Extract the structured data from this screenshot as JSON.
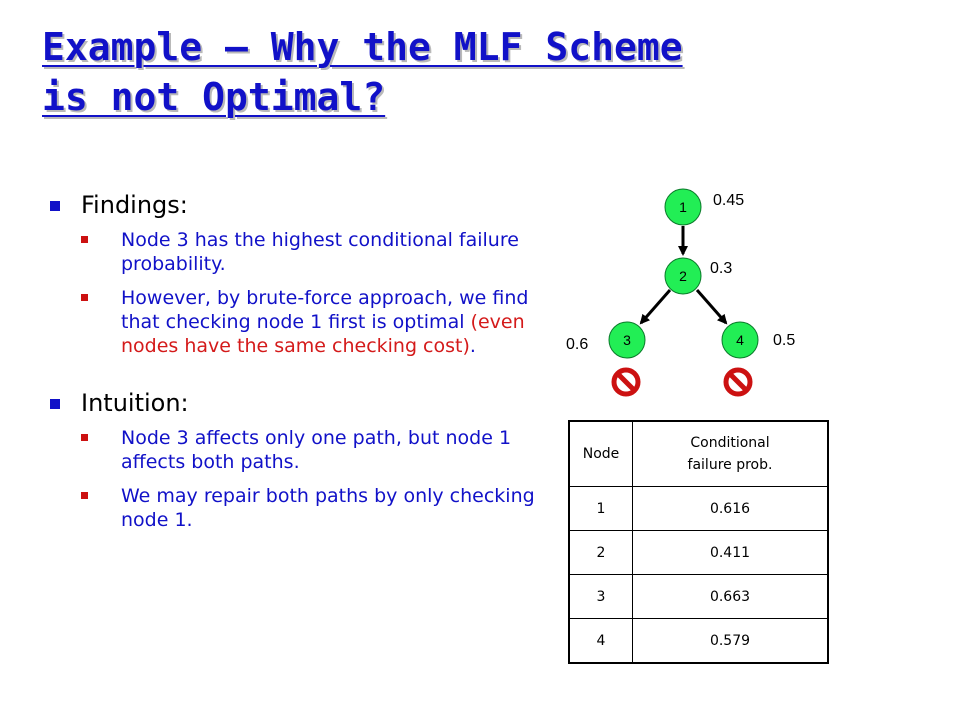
{
  "title": {
    "line1": "Example – Why the MLF Scheme",
    "line2": "is not Optimal?"
  },
  "findings": {
    "heading": "Findings:",
    "b1": "Node 3 has the highest conditional failure probability.",
    "b2_pre": "However, by brute-force approach, we find that checking node 1 first is optimal ",
    "b2_red": "(even nodes have the same checking cost)",
    "b2_post": "."
  },
  "intuition": {
    "heading": "Intuition:",
    "b1": "Node 3 affects only one path, but node 1 affects both paths.",
    "b2": "We may repair both paths by only checking node 1."
  },
  "graph": {
    "nodes": [
      {
        "label": "1",
        "prob": "0.45"
      },
      {
        "label": "2",
        "prob": "0.3"
      },
      {
        "label": "3",
        "prob": "0.6"
      },
      {
        "label": "4",
        "prob": "0.5"
      }
    ],
    "node_color": "#22ee55",
    "stop_icon": "no-entry-icon"
  },
  "table": {
    "header": {
      "node": "Node",
      "prob_line1": "Conditional",
      "prob_line2": "failure prob."
    },
    "rows": [
      {
        "node": "1",
        "prob": "0.616"
      },
      {
        "node": "2",
        "prob": "0.411"
      },
      {
        "node": "3",
        "prob": "0.663"
      },
      {
        "node": "4",
        "prob": "0.579"
      }
    ]
  }
}
